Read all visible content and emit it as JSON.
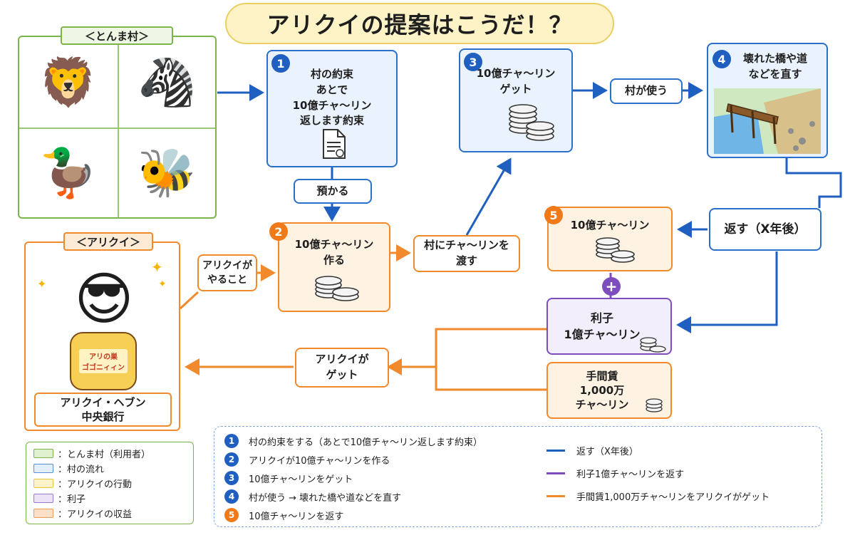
{
  "title": "アリクイの提案はこうだ！？",
  "village": {
    "label": "＜とんま村＞",
    "animals": [
      "lion",
      "zebra",
      "duck",
      "bee"
    ]
  },
  "anteater": {
    "label": "＜アリクイ＞",
    "jar_label": "アリの巣\nゴゴニィィン",
    "bank_name": "アリクイ・ヘブン\n中央銀行"
  },
  "steps": {
    "s1": {
      "num": "1",
      "text": "村の約束\nあとで\n10億チャ～リン\n返します約束"
    },
    "deposit": "預かる",
    "s2": {
      "num": "2",
      "text": "10億チャ～リン\n作る"
    },
    "anteater_action": "アリクイが\nやること",
    "pass": "村にチャ～リンを\n渡す",
    "s3": {
      "num": "3",
      "text": "10億チャ～リン\nゲット"
    },
    "village_use": "村が使う",
    "s4": {
      "num": "4",
      "text": "壊れた橋や道\nなどを直す"
    },
    "return": "返す（X年後）",
    "s5": {
      "num": "5",
      "text": "10億チャ～リン"
    },
    "plus": "+",
    "interest": "利子\n1億チャ～リン",
    "fee": "手間賃\n1,000万\nチャ～リン",
    "anteater_get": "アリクイが\nゲット"
  },
  "legend_left": [
    {
      "color": "#dff0cf",
      "border": "#7bb54a",
      "text": "：とんま村（利用者）"
    },
    {
      "color": "#e3eefb",
      "border": "#5b8fd6",
      "text": "：村の流れ"
    },
    {
      "color": "#fdf2c8",
      "border": "#e5c640",
      "text": "：アリクイの行動"
    },
    {
      "color": "#ece3f7",
      "border": "#9a7bcb",
      "text": "：利子"
    },
    {
      "color": "#fbe0c8",
      "border": "#ee9a55",
      "text": "：アリクイの収益"
    }
  ],
  "legend_steps": [
    {
      "num": "1",
      "color": "#1f5fbf",
      "text": "村の約束をする（あとで10億チャ～リン返します約束）"
    },
    {
      "num": "2",
      "color": "#1f5fbf",
      "text": "アリクイが10億チャ～リンを作る"
    },
    {
      "num": "3",
      "color": "#1f5fbf",
      "text": "10億チャ～リンをゲット"
    },
    {
      "num": "4",
      "color": "#1f5fbf",
      "text": "村が使う → 壊れた橋や道などを直す"
    },
    {
      "num": "5",
      "color": "#f07a1a",
      "text": "10億チャ～リンを返す"
    }
  ],
  "legend_lines": [
    {
      "color": "#1f5fbf",
      "text": "返す（X年後）"
    },
    {
      "color": "#7d4dbd",
      "text": "利子1億チャ～リンを返す"
    },
    {
      "color": "#f08a2c",
      "text": "手間賃1,000万チャ～リンをアリクイがゲット"
    }
  ]
}
